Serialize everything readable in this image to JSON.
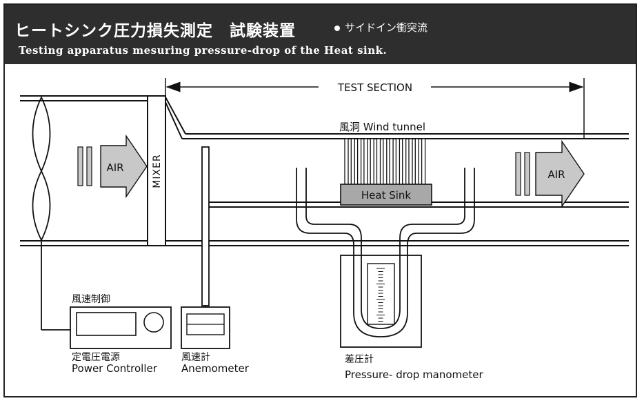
{
  "header": {
    "title_jp": "ヒートシンク圧力損失測定　試験装置",
    "subtitle_jp": "サイドイン衝突流",
    "title_en": "Testing apparatus mesuring pressure-drop of the Heat sink."
  },
  "diagram": {
    "test_section": "TEST SECTION",
    "wind_tunnel": "風洞  Wind tunnel",
    "mixer": "MIXER",
    "air_in": "AIR",
    "air_out": "AIR",
    "heat_sink": "Heat Sink",
    "wind_speed_control": "風速制御",
    "power_controller_jp": "定電圧電源",
    "power_controller_en": "Power Controller",
    "anemometer_jp": "風速計",
    "anemometer_en": "Anemometer",
    "manometer_jp": "差圧計",
    "manometer_en": "Pressure- drop manometer"
  },
  "colors": {
    "header_bg": "#2e2e2e",
    "heat_sink_fill": "#a8a8a8",
    "arrow_fill": "#c8c8c8"
  }
}
